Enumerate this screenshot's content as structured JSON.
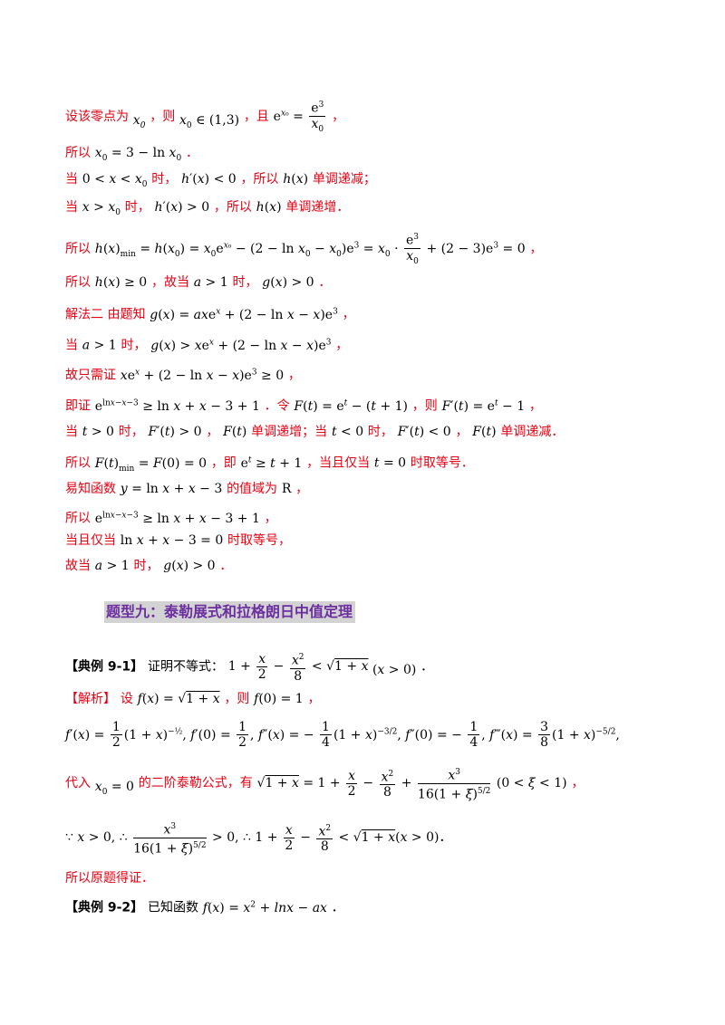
{
  "lines": {
    "l1": {
      "a": "设该零点为",
      "b": "，则",
      "c": "，且",
      "d": "，"
    },
    "l2": {
      "a": "所以",
      "b": "．"
    },
    "l3": {
      "a": "当",
      "b": "时，",
      "c": "，所以",
      "d": "单调递减；"
    },
    "l4": {
      "a": "当",
      "b": "时，",
      "c": "，所以",
      "d": "单调递增．"
    },
    "l5": {
      "a": "所以",
      "b": "，"
    },
    "l6": {
      "a": "所以",
      "b": "，故当",
      "c": "时，",
      "d": "．"
    },
    "l7": {
      "a": "解法二  由题知",
      "b": "，"
    },
    "l8": {
      "a": "当",
      "b": "时，",
      "c": "，"
    },
    "l9": {
      "a": "故只需证",
      "b": "，"
    },
    "l10": {
      "a": "即证",
      "b": "．令",
      "c": "，则",
      "d": "，"
    },
    "l11": {
      "a": "当",
      "b": "时，",
      "c": "，",
      "d": "单调递增；当",
      "e": "时，",
      "f": "，",
      "g": "单调递减．"
    },
    "l12": {
      "a": "所以",
      "b": "，即",
      "c": "，当且仅当",
      "d": "时取等号．"
    },
    "l13": {
      "a": "易知函数",
      "b": "的值域为",
      "c": "R",
      "d": "，"
    },
    "l14": {
      "a": "所以",
      "b": "，"
    },
    "l15": {
      "a": "当且仅当",
      "b": "时取等号，"
    },
    "l16": {
      "a": "故当",
      "b": "时，",
      "c": "．"
    }
  },
  "heading": "题型九：泰勒展式和拉格朗日中值定理",
  "ex1": {
    "tag": "【典例 9-1】",
    "text": "证明不等式：",
    "end": "．"
  },
  "sol": {
    "tag": "【解析】",
    "a": "设",
    "b": "，则",
    "c": "，"
  },
  "sub": {
    "a": "代入",
    "b": "的二阶泰勒公式，有",
    "c": "，"
  },
  "conc": "所以原题得证．",
  "ex2": {
    "tag": "【典例 9-2】",
    "text": "已知函数",
    "end": "．"
  },
  "colors": {
    "text_red": "#e60012",
    "heading_purple": "#6b2fa0",
    "heading_bg": "#d3d3d3"
  }
}
